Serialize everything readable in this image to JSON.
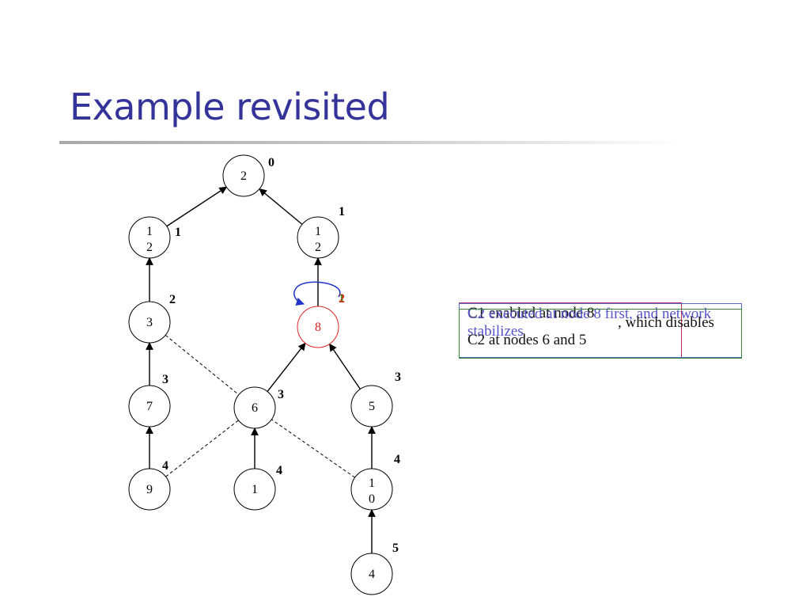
{
  "slide": {
    "title": "Example revisited"
  },
  "graph": {
    "nodes": [
      {
        "id": "root",
        "label": "2",
        "level": "0"
      },
      {
        "id": "n12a",
        "label": "1\n2",
        "level": "1"
      },
      {
        "id": "n12b",
        "label": "1\n2",
        "level": "1"
      },
      {
        "id": "n3",
        "label": "3",
        "level": "2"
      },
      {
        "id": "n8",
        "label": "8",
        "level": "1\n2"
      },
      {
        "id": "n7",
        "label": "7",
        "level": "3"
      },
      {
        "id": "n6",
        "label": "6",
        "level": "3"
      },
      {
        "id": "n5",
        "label": "5",
        "level": "3"
      },
      {
        "id": "n9",
        "label": "9",
        "level": "4"
      },
      {
        "id": "n1",
        "label": "1",
        "level": "4"
      },
      {
        "id": "n10",
        "label": "1\n0",
        "level": "4"
      },
      {
        "id": "n4",
        "label": "4",
        "level": "5"
      }
    ],
    "highlight_color": "#dd2222",
    "loop_color": "#2233cc"
  },
  "notes": [
    {
      "text": "C1 enabled at node 8",
      "color": "#111111",
      "border": "#c0305a"
    },
    {
      "text": "C2 executed at node 8 first, and network stabilizes",
      "color": "#5555cc",
      "border": "#5566cc"
    },
    {
      "text": ", which disables C2 at nodes 6 and 5",
      "color": "#111111",
      "border": "#338833"
    }
  ]
}
